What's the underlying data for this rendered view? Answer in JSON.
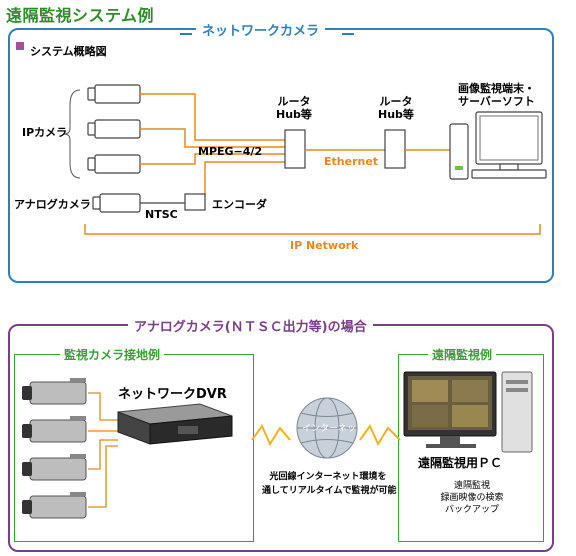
{
  "page_title": "遠隔監視システム例",
  "network_panel": {
    "title": "ネットワークカメラ",
    "overview_label": "システム概略図",
    "ip_camera_label": "IPカメラ",
    "analog_camera_label": "アナログカメラ",
    "mpeg_label": "MPEG−4/2",
    "ntsc_label": "NTSC",
    "encoder_label": "エンコーダ",
    "router1_label": "ルータ\nHub等",
    "router2_label": "ルータ\nHub等",
    "ethernet_label": "Ethernet",
    "terminal_label": "画像監視端末・\nサーバーソフト",
    "ip_network_label": "IP Network",
    "accent_color": "#e58a1a",
    "frame_color": "#2c7fb8",
    "marker_color": "#a0529b"
  },
  "analog_panel": {
    "title": "アナログカメラ(ＮＴＳＣ出力等)の場合",
    "site_title": "監視カメラ接地例",
    "remote_title": "遠隔監視例",
    "dvr_label": "ネットワークDVR",
    "internet_label": "インターネット",
    "internet_caption": "光回線インターネット環境を\n通してリアルタイムで監視が可能",
    "pc_label": "遠隔監視用ＰＣ",
    "pc_caption": "遠隔監視\n録画映像の検索\nバックアップ",
    "frame_color": "#7a3d8a",
    "box_color": "#3f9a3a"
  }
}
